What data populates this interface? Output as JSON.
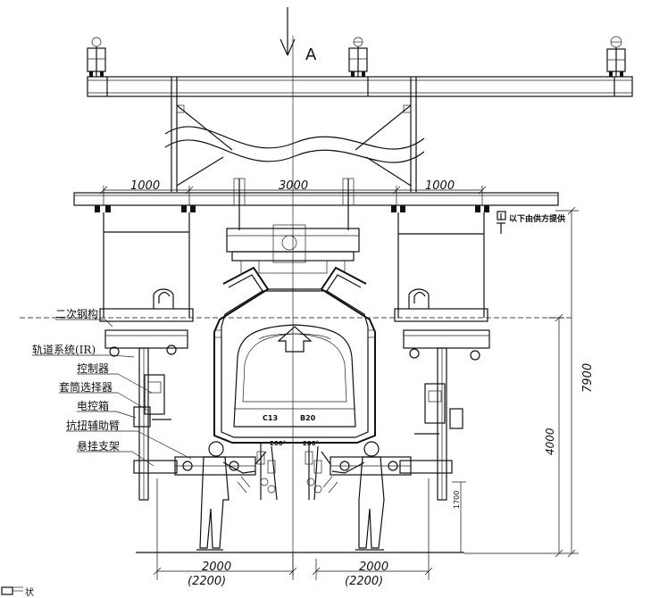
{
  "view": {
    "direction_label": "A",
    "supply_note": "以下由供方提供"
  },
  "labels": {
    "secondary_steel": "二次钢构",
    "rail_system": "轨道系统(IR)",
    "controller": "控制器",
    "socket_selector": "套筒选择器",
    "control_box": "电控箱",
    "torque_arm": "抗扭辅助臂",
    "hanging_bracket": "悬挂支架"
  },
  "model_codes": {
    "left": "C13",
    "right": "B20"
  },
  "angles": {
    "left": "200°",
    "right": "200°"
  },
  "dimensions": {
    "left_span": "1000",
    "center_span": "3000",
    "right_span": "1000",
    "total_height": "7900",
    "platform_height": "4000",
    "small_height": "1700",
    "bottom_left": "2000",
    "bottom_left_alt": "(2200)",
    "bottom_right": "2000",
    "bottom_right_alt": "(2200)"
  },
  "footer": {
    "fragment": "状"
  }
}
